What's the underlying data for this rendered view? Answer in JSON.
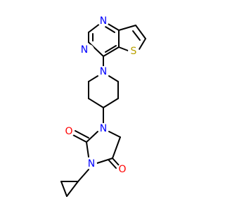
{
  "molecule": {
    "atom_labels": {
      "n_pyr_top": "N",
      "n_pyr_left": "N",
      "s_thiophene": "S",
      "n_piperidine": "N",
      "n_hyd_1": "N",
      "n_hyd_3": "N",
      "o_c2": "O",
      "o_c4": "O"
    },
    "colors": {
      "bond": "#000000",
      "N": "#0000ff",
      "S": "#b8a000",
      "O": "#ff0000"
    }
  }
}
